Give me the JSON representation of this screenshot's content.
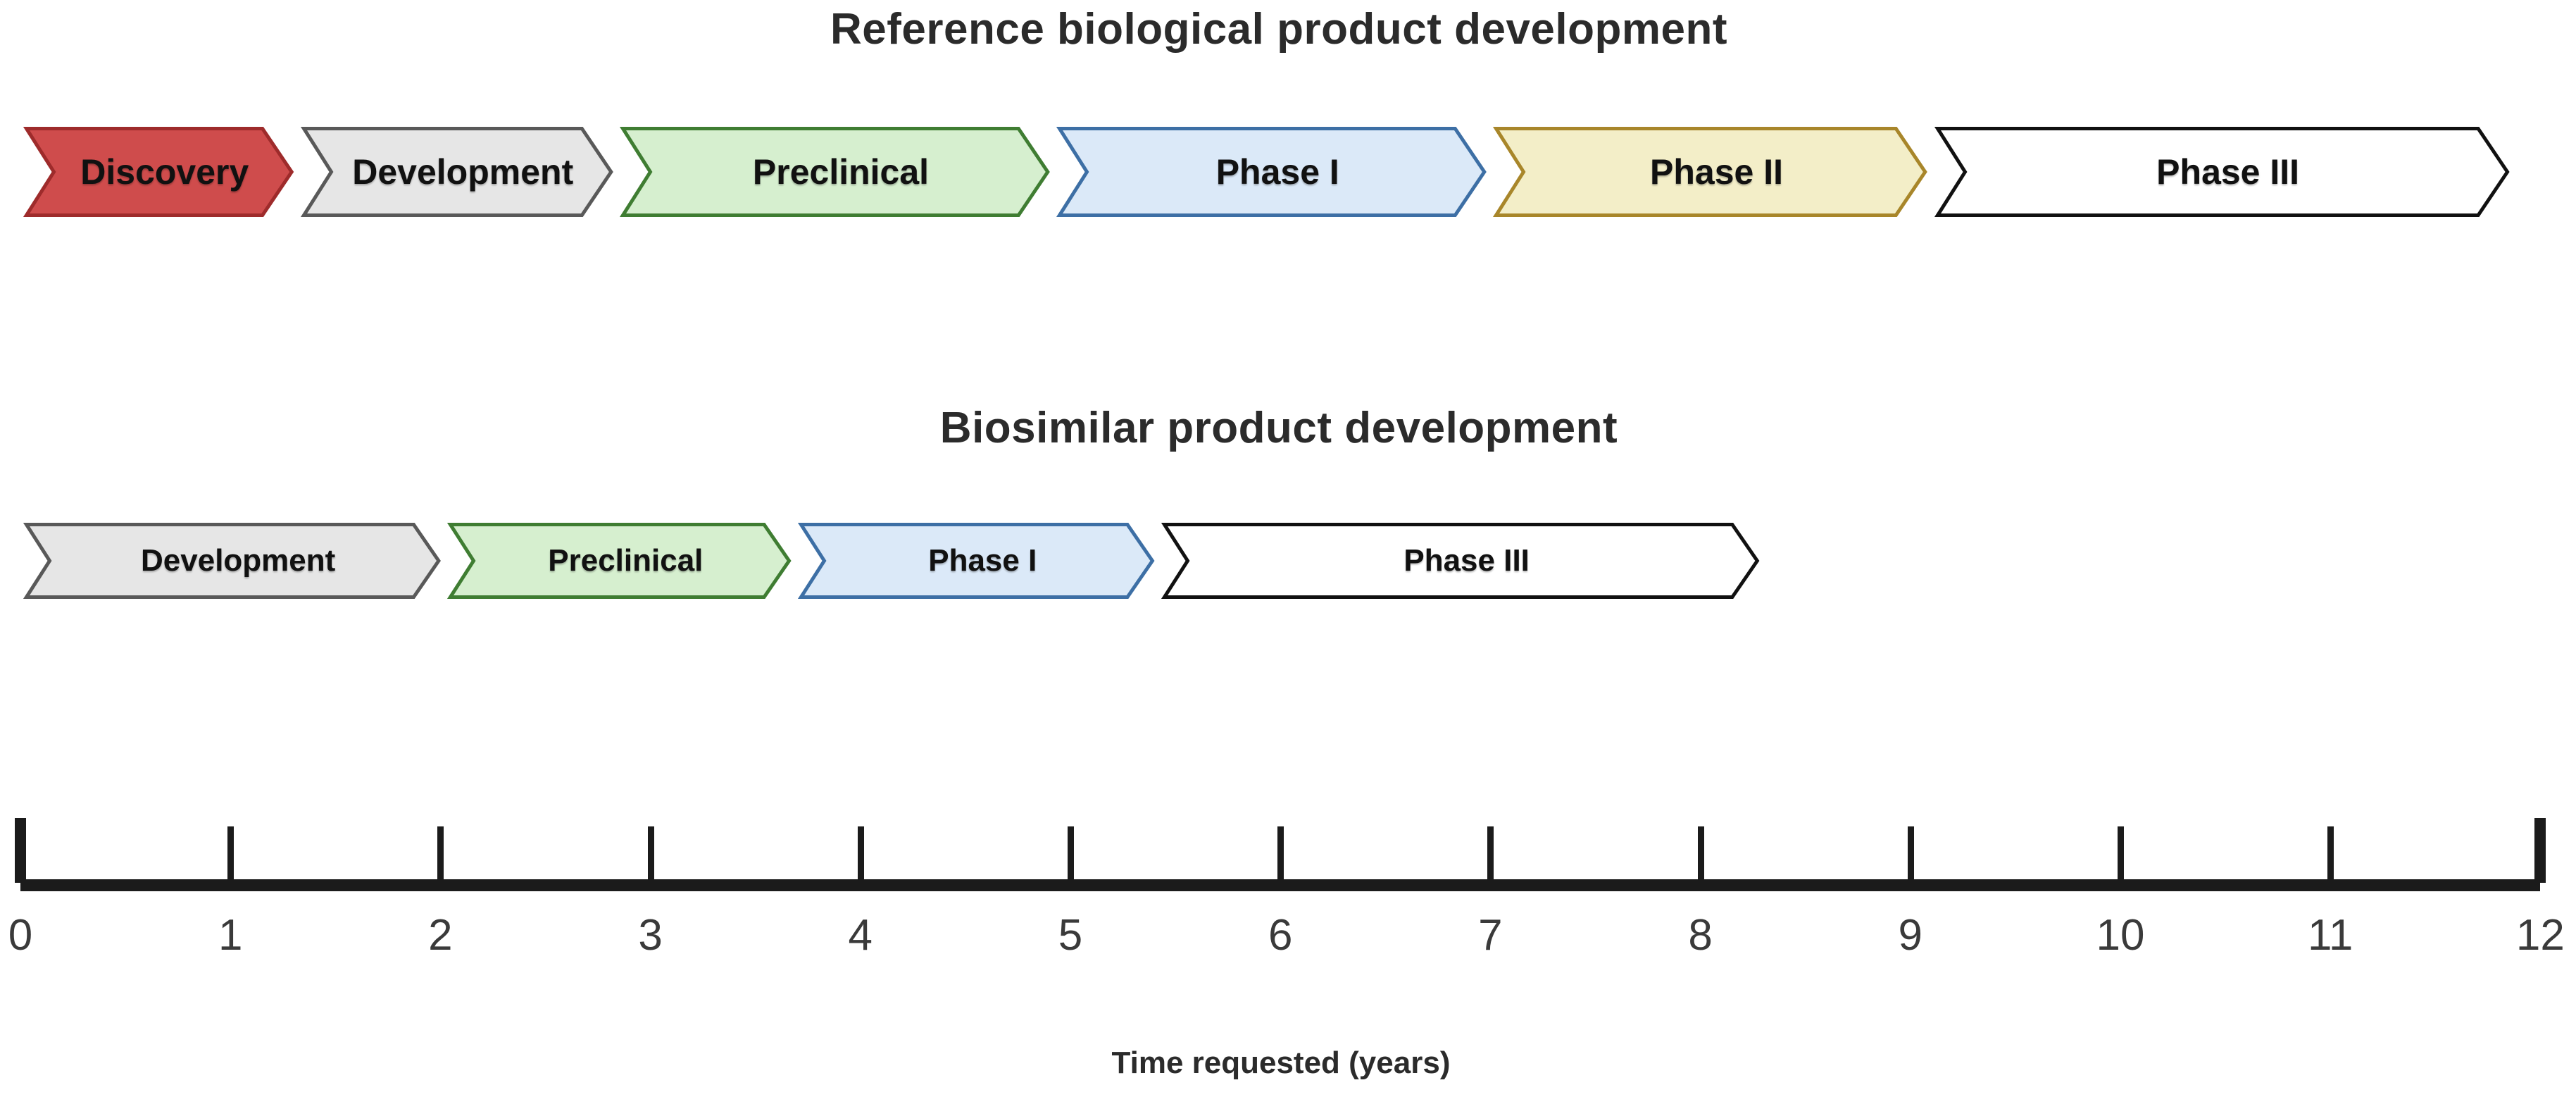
{
  "figure": {
    "background": "#ffffff",
    "text_color": "#2b2b2b"
  },
  "rows": [
    {
      "id": "reference",
      "title": "Reference biological product development",
      "stages": [
        {
          "label": "Discovery",
          "fill": "#cf4c4c",
          "stroke": "#9e2b2b",
          "start_year": 0.02,
          "end_year": 1.3
        },
        {
          "label": "Development",
          "fill": "#e6e6e6",
          "stroke": "#595959",
          "start_year": 1.34,
          "end_year": 2.82
        },
        {
          "label": "Preclinical",
          "fill": "#d6efcf",
          "stroke": "#3f7d32",
          "start_year": 2.86,
          "end_year": 4.9
        },
        {
          "label": "Phase I",
          "fill": "#dbe9f8",
          "stroke": "#3d6fa5",
          "start_year": 4.94,
          "end_year": 6.98
        },
        {
          "label": "Phase II",
          "fill": "#f3eec8",
          "stroke": "#a8862a",
          "start_year": 7.02,
          "end_year": 9.08
        },
        {
          "label": "Phase III",
          "fill": "#ffffff",
          "stroke": "#111111",
          "start_year": 9.12,
          "end_year": 11.85
        }
      ]
    },
    {
      "id": "biosimilar",
      "title": "Biosimilar product development",
      "stages": [
        {
          "label": "Development",
          "fill": "#e6e6e6",
          "stroke": "#595959",
          "start_year": 0.02,
          "end_year": 2.0
        },
        {
          "label": "Preclinical",
          "fill": "#d6efcf",
          "stroke": "#3f7d32",
          "start_year": 2.04,
          "end_year": 3.67
        },
        {
          "label": "Phase I",
          "fill": "#dbe9f8",
          "stroke": "#3d6fa5",
          "start_year": 3.71,
          "end_year": 5.4
        },
        {
          "label": "Phase III",
          "fill": "#ffffff",
          "stroke": "#111111",
          "start_year": 5.44,
          "end_year": 8.28
        }
      ]
    }
  ],
  "chart_data": {
    "type": "timeline",
    "title": "Reference biological product development vs Biosimilar product development",
    "xlabel": "Time requested (years)",
    "ylabel": "",
    "xlim": [
      0,
      12
    ],
    "xticks": [
      0,
      1,
      2,
      3,
      4,
      5,
      6,
      7,
      8,
      9,
      10,
      11,
      12
    ],
    "xtick_labels": [
      "0",
      "1",
      "2",
      "3",
      "4",
      "5",
      "6",
      "7",
      "8",
      "9",
      "10",
      "11",
      "12"
    ],
    "grid": false,
    "legend": "none",
    "series": [
      {
        "name": "Reference biological product development",
        "stages": [
          {
            "label": "Discovery",
            "start": 0.0,
            "end": 1.3,
            "duration": 1.3
          },
          {
            "label": "Development",
            "start": 1.3,
            "end": 2.8,
            "duration": 1.5
          },
          {
            "label": "Preclinical",
            "start": 2.8,
            "end": 4.9,
            "duration": 2.1
          },
          {
            "label": "Phase I",
            "start": 4.9,
            "end": 7.0,
            "duration": 2.1
          },
          {
            "label": "Phase II",
            "start": 7.0,
            "end": 9.1,
            "duration": 2.1
          },
          {
            "label": "Phase III",
            "start": 9.1,
            "end": 11.9,
            "duration": 2.8
          }
        ]
      },
      {
        "name": "Biosimilar product development",
        "stages": [
          {
            "label": "Development",
            "start": 0.0,
            "end": 2.0,
            "duration": 2.0
          },
          {
            "label": "Preclinical",
            "start": 2.0,
            "end": 3.7,
            "duration": 1.7
          },
          {
            "label": "Phase I",
            "start": 3.7,
            "end": 5.4,
            "duration": 1.7
          },
          {
            "label": "Phase III",
            "start": 5.4,
            "end": 8.3,
            "duration": 2.9
          }
        ]
      }
    ]
  },
  "axis": {
    "label": "Time requested (years)",
    "ticks": [
      "0",
      "1",
      "2",
      "3",
      "4",
      "5",
      "6",
      "7",
      "8",
      "9",
      "10",
      "11",
      "12"
    ]
  }
}
